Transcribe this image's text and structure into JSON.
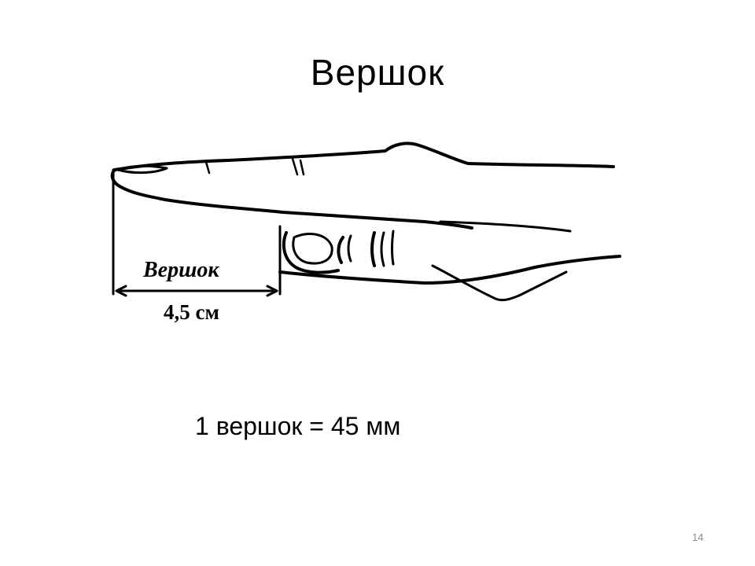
{
  "slide": {
    "title": "Вершок",
    "equation": "1 вершок = 45 мм",
    "page_number": "14"
  },
  "figure": {
    "unit_name": "Вершок",
    "measure": "4,5 см",
    "icon": "hand-finger-measure-icon",
    "line_color": "#000000"
  }
}
